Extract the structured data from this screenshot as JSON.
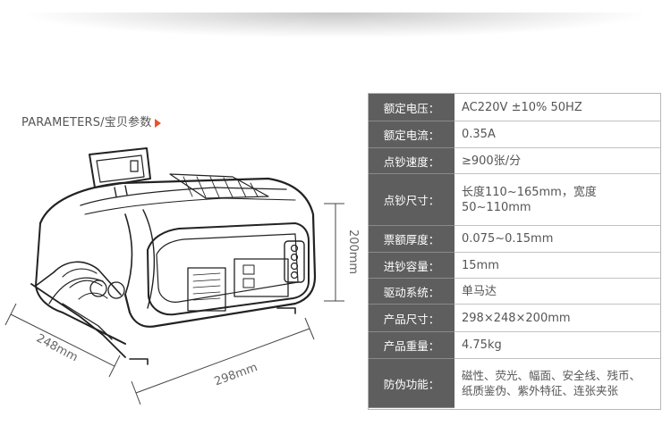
{
  "header": {
    "title": "PARAMETERS/宝贝参数"
  },
  "dimensions": {
    "height": "200mm",
    "width": "298mm",
    "depth": "248mm"
  },
  "specs": [
    {
      "label": "额定电压：",
      "value": "AC220V ±10%   50HZ"
    },
    {
      "label": "额定电流：",
      "value": "0.35A"
    },
    {
      "label": "点钞速度：",
      "value": "≥900张/分"
    },
    {
      "label": "点钞尺寸：",
      "value": "长度110~165mm，宽度\n50~110mm"
    },
    {
      "label": "票额厚度：",
      "value": "0.075~0.15mm"
    },
    {
      "label": "进钞容量：",
      "value": "15mm"
    },
    {
      "label": "驱动系统：",
      "value": "单马达"
    },
    {
      "label": "产品尺寸：",
      "value": "298×248×200mm"
    },
    {
      "label": "产品重量：",
      "value": "4.75kg"
    },
    {
      "label": "防伪功能：",
      "value": "磁性、荧光、幅面、安全线、残币、\n纸质鉴伪、紫外特征、连张夹张"
    }
  ],
  "colors": {
    "label_bg": "#5e5e5e",
    "accent": "#e8542b"
  }
}
